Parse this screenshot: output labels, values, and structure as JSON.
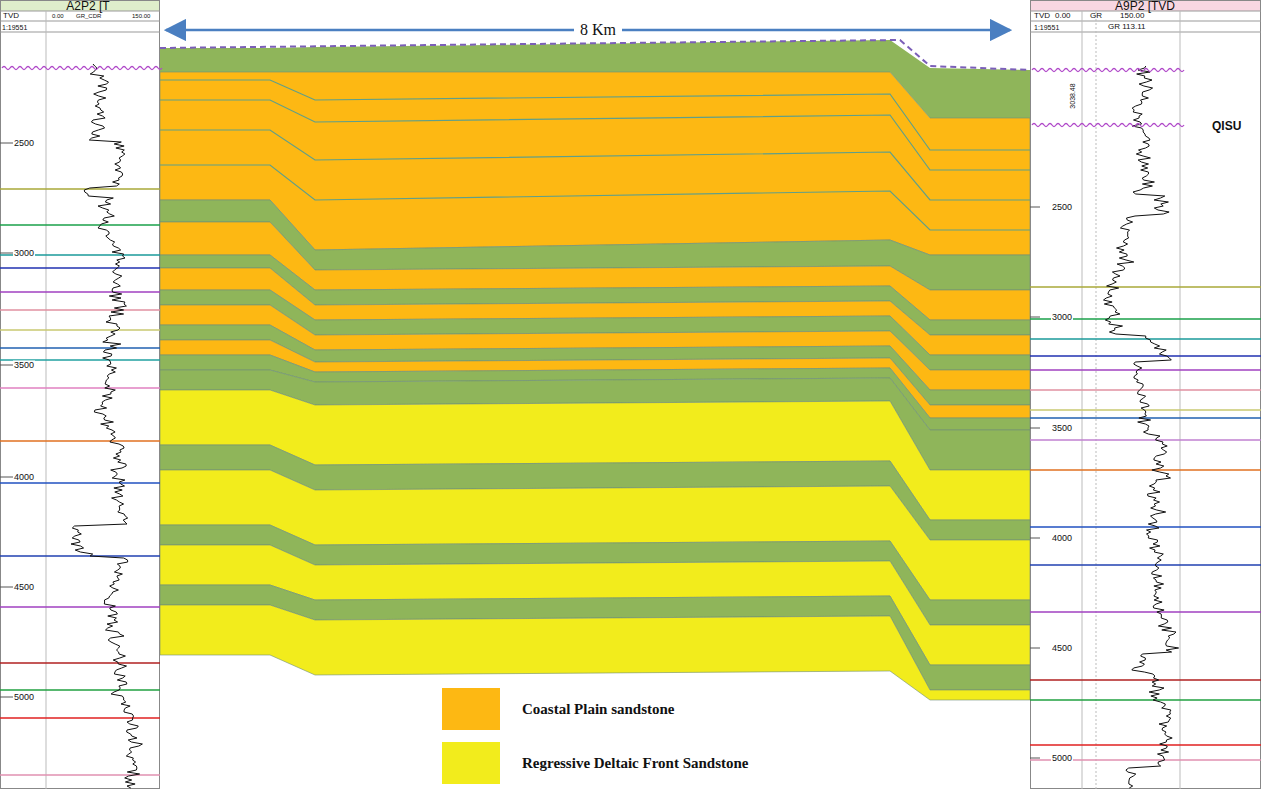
{
  "diagram": {
    "labels": [
      "A2P2 [T",
      "TVD",
      "0.00",
      "GR_CDR",
      "150.00",
      "1:19551",
      "2500",
      "3000",
      "3500",
      "4000",
      "4500",
      "5000",
      "8 Km",
      "A9P2 [TVD",
      "TVD",
      "0.00",
      "GR",
      "150.00",
      "1:19551",
      "GR 113.11",
      "3038.48",
      "QISU",
      "2500",
      "3000",
      "3500",
      "4000",
      "4500",
      "5000"
    ],
    "legend": [
      {
        "text": "Coastal Plain sandstone",
        "color": "#fdb813"
      },
      {
        "text": "Regressive Deltaic Front Sandstone",
        "color": "#f2ec1c"
      }
    ]
  }
}
